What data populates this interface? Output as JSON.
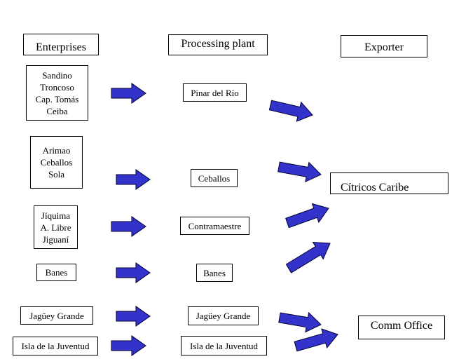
{
  "headers": {
    "enterprises": "Enterprises",
    "processing_plant": "Processing plant",
    "exporter": "Exporter"
  },
  "enterprises": [
    [
      "Sandino",
      "Troncoso",
      "Cap. Tomás",
      "Ceiba"
    ],
    [
      "Arimao",
      "Ceballos",
      "Sola"
    ],
    [
      "Jíquima",
      "A. Libre",
      "Jiguaní"
    ],
    [
      "Banes"
    ],
    [
      "Jagüey Grande"
    ],
    [
      "Isla de la Juventud"
    ]
  ],
  "plants": [
    "Pinar del Río",
    "Ceballos",
    "Contramaestre",
    "Banes",
    "Jagüey Grande",
    "Isla de la Juventud"
  ],
  "exporters": {
    "citricos": "Cítricos Caribe",
    "comm": "Comm Office"
  },
  "colors": {
    "arrow_fill": "#3333cc",
    "arrow_stroke": "#000033"
  }
}
